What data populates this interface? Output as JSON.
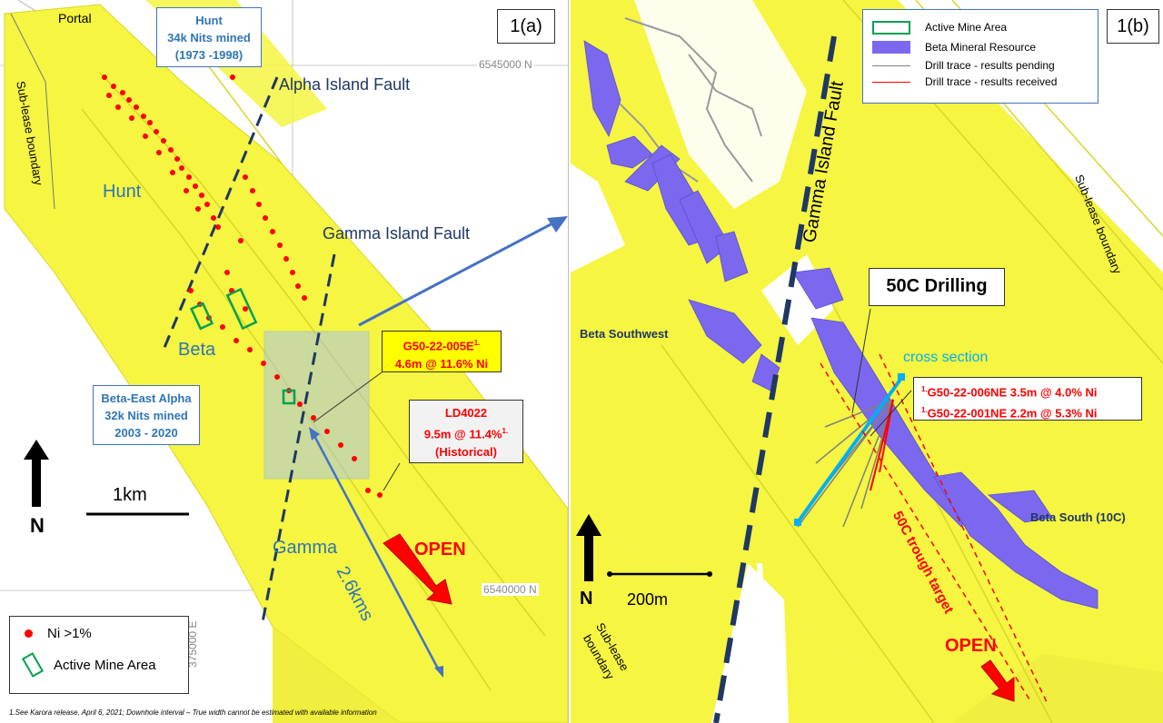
{
  "panel_a": {
    "id_label": "1(a)",
    "portal": "Portal",
    "hunt_box": {
      "l1": "Hunt",
      "l2": "34k Nits mined",
      "l3": "(1973 -1998)"
    },
    "northing_top": "6545000 N",
    "northing_bottom": "6540000 N",
    "easting": "375000 E",
    "alpha_fault": "Alpha Island Fault",
    "gamma_fault": "Gamma Island Fault",
    "sublease": "Sub-lease boundary",
    "hunt": "Hunt",
    "beta": "Beta",
    "gamma": "Gamma",
    "beta_east_box": {
      "l1": "Beta-East Alpha",
      "l2": "32k Nits mined",
      "l3": "2003 - 2020"
    },
    "g50_box": {
      "l1": "G50-22-005E",
      "sup": "1.",
      "l2": "4.6m @ 11.6% Ni"
    },
    "ld_box": {
      "l1": "LD4022",
      "l2": "9.5m @ 11.4%",
      "sup": "1.",
      "l3": "(Historical)"
    },
    "scale": "1km",
    "north": "N",
    "open": "OPEN",
    "distance": "2.6kms",
    "legend": {
      "ni": "Ni >1%",
      "active": "Active Mine Area"
    },
    "footnote": "1.See Karora release, April 6, 2021;  Downhole interval – True width cannot be estimated with available information"
  },
  "panel_b": {
    "id_label": "1(b)",
    "legend": {
      "active": "Active Mine Area",
      "beta": "Beta Mineral Resource",
      "pending": "Drill trace - results pending",
      "received": "Drill trace - results received"
    },
    "gamma_fault": "Gamma Island Fault",
    "sublease_right": "Sub-lease boundary",
    "sublease_left_1": "Sub-lease",
    "sublease_left_2": "boundary",
    "drilling_box": "50C Drilling",
    "beta_sw": "Beta Southwest",
    "cross_section": "cross section",
    "results": [
      {
        "sup": "1.",
        "text": "G50-22-006NE 3.5m @ 4.0% Ni"
      },
      {
        "sup": "1.",
        "text": "G50-22-001NE 2.2m @ 5.3% Ni"
      }
    ],
    "trough": "50C trough target",
    "beta_south": "Beta South (10C)",
    "north": "N",
    "scale": "200m",
    "open": "OPEN"
  },
  "colors": {
    "yellow": "#f5f542",
    "yellow_dark": "#d9d62a",
    "fault_blue": "#1f3864",
    "label_blue": "#2e75b6",
    "purple": "#7b68ee",
    "red": "#ff0000",
    "green": "#00a050"
  }
}
